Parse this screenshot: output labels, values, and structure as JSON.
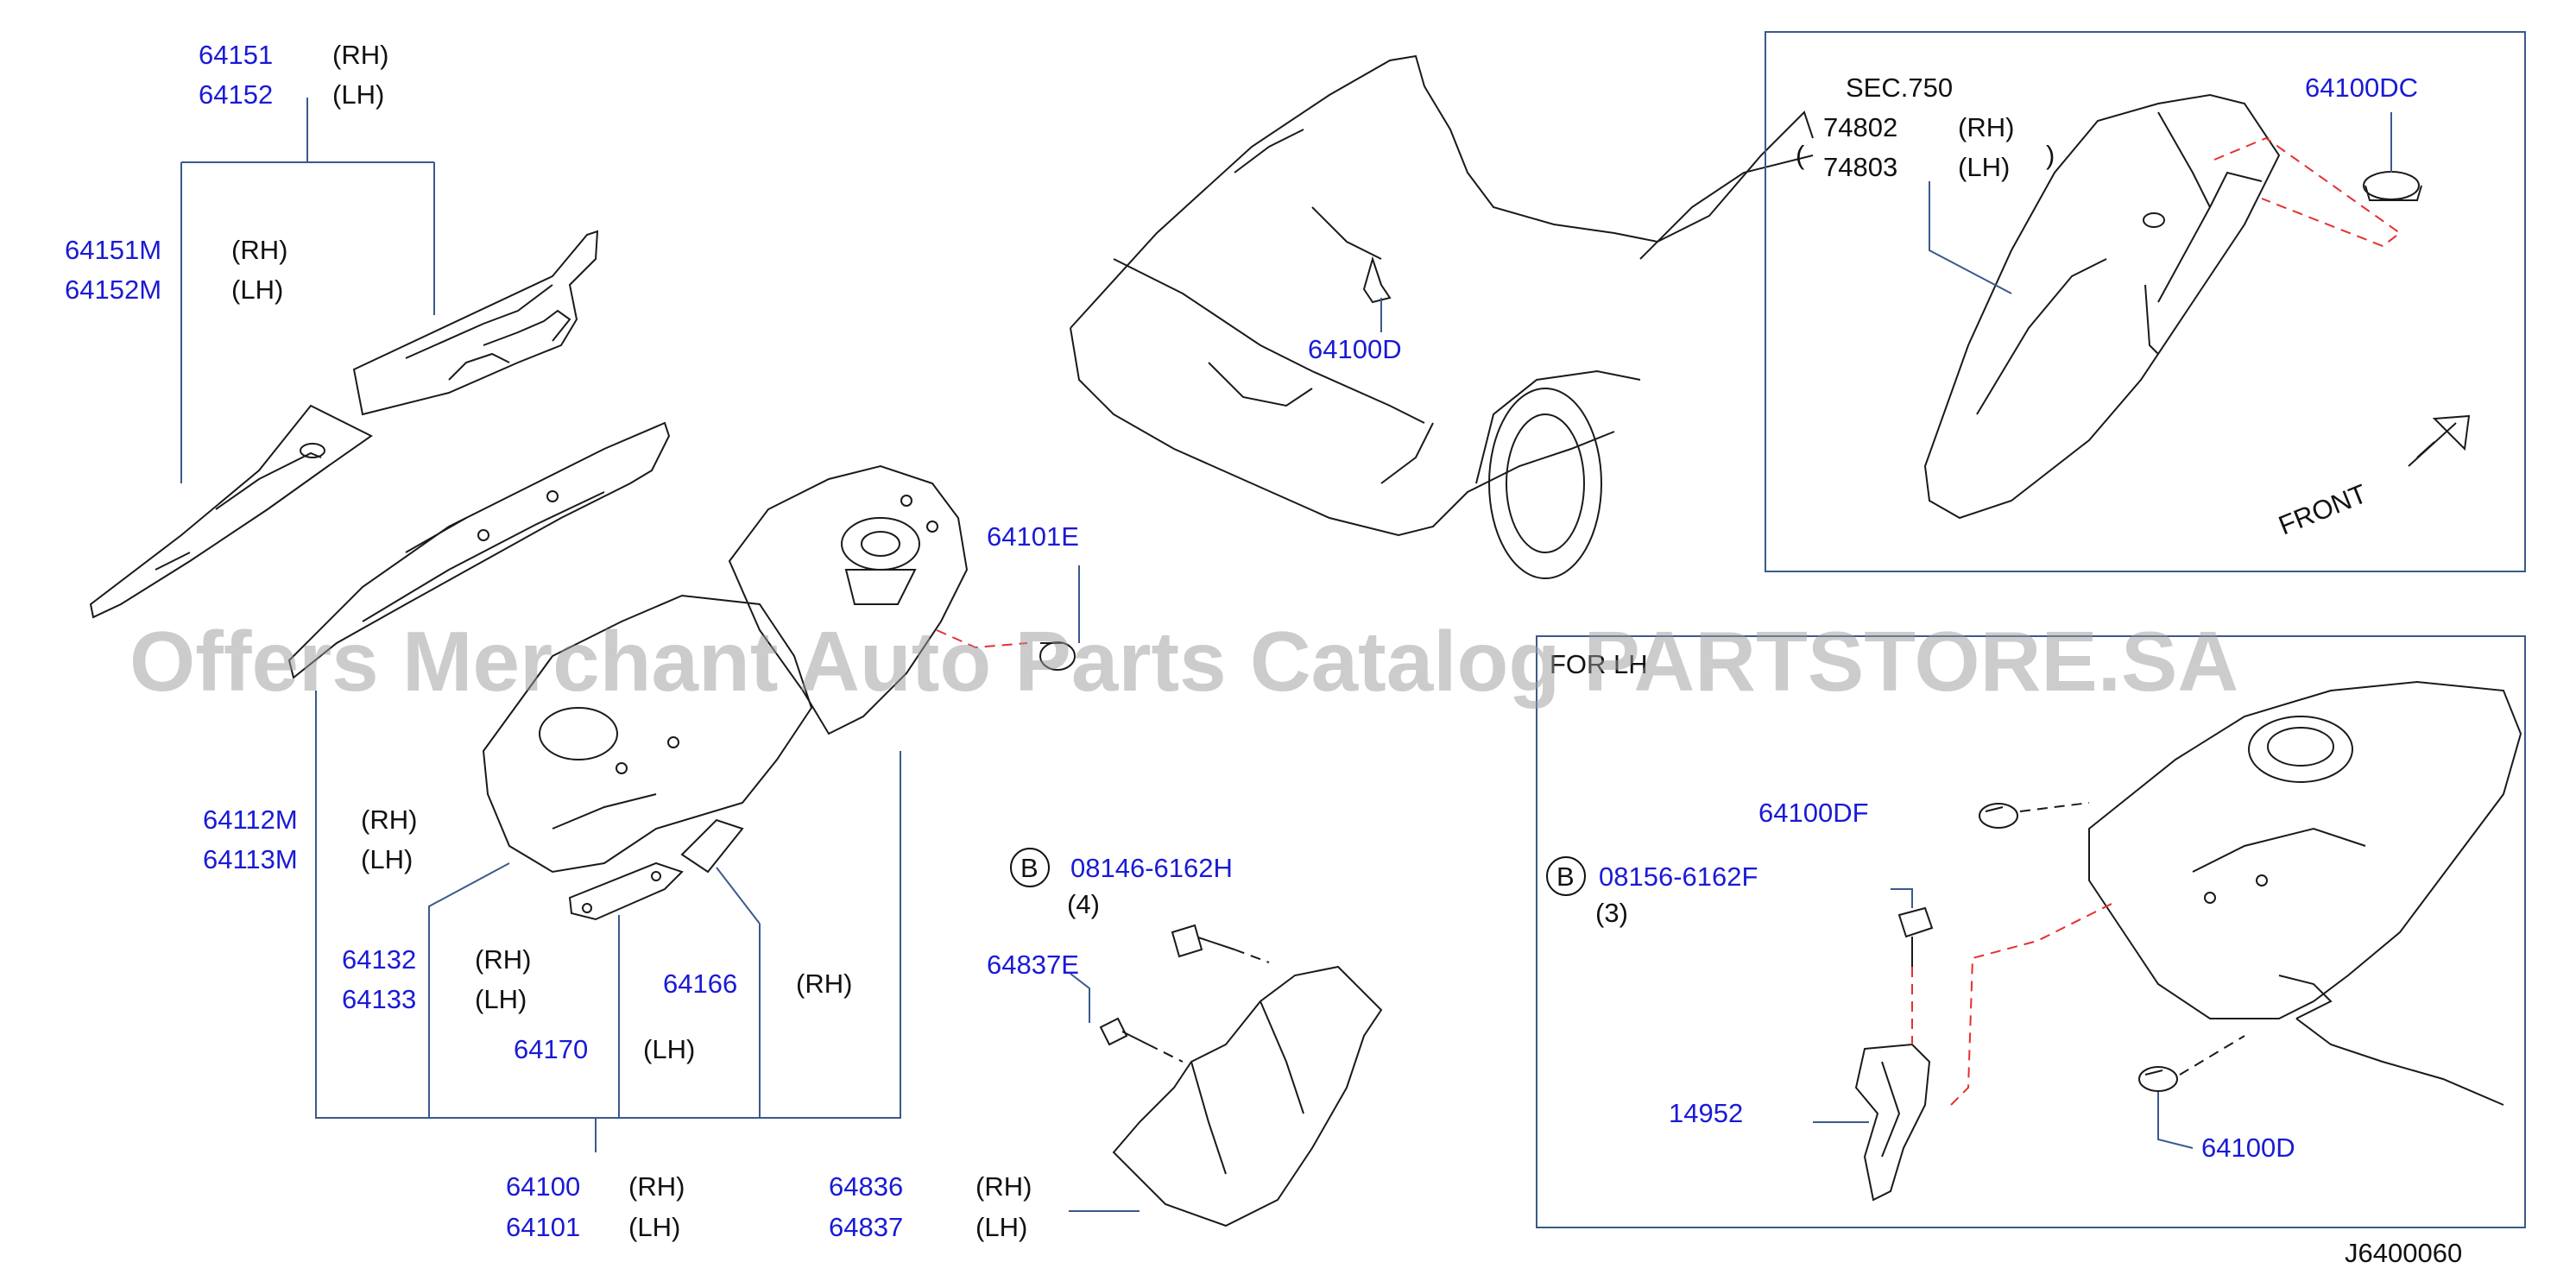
{
  "watermark": "Offers Merchant Auto Parts Catalog PARTSTORE.SA",
  "drawing_id": "J6400060",
  "labels": {
    "p64151": "64151",
    "p64151_side": "(RH)",
    "p64152": "64152",
    "p64152_side": "(LH)",
    "p64151M": "64151M",
    "p64151M_side": "(RH)",
    "p64152M": "64152M",
    "p64152M_side": "(LH)",
    "p64112M": "64112M",
    "p64112M_side": "(RH)",
    "p64113M": "64113M",
    "p64113M_side": "(LH)",
    "p64132": "64132",
    "p64132_side": "(RH)",
    "p64133": "64133",
    "p64133_side": "(LH)",
    "p64166": "64166",
    "p64166_side": "(RH)",
    "p64170": "64170",
    "p64170_side": "(LH)",
    "p64100": "64100",
    "p64100_side": "(RH)",
    "p64101": "64101",
    "p64101_side": "(LH)",
    "p64101E": "64101E",
    "p64100D_top": "64100D",
    "bolt1_marker": "B",
    "bolt1": "08146-6162H",
    "bolt1_qty": "(4)",
    "p64837E": "64837E",
    "p64836": "64836",
    "p64836_side": "(RH)",
    "p64837": "64837",
    "p64837_side": "(LH)"
  },
  "box_top": {
    "sec": "SEC.750",
    "p74802": "74802",
    "p74802_side": "(RH)",
    "p74803": "74803",
    "p74803_side": "(LH)",
    "p64100DC": "64100DC",
    "front": "FRONT"
  },
  "box_bottom": {
    "title": "FOR LH",
    "p64100DF": "64100DF",
    "bolt2_marker": "B",
    "bolt2": "08156-6162F",
    "bolt2_qty": "(3)",
    "p14952": "14952",
    "p64100D": "64100D"
  },
  "colors": {
    "part_number": "#1a1ad6",
    "text": "#111111",
    "leader": "#3a5a8c",
    "phantom": "#e53030"
  }
}
